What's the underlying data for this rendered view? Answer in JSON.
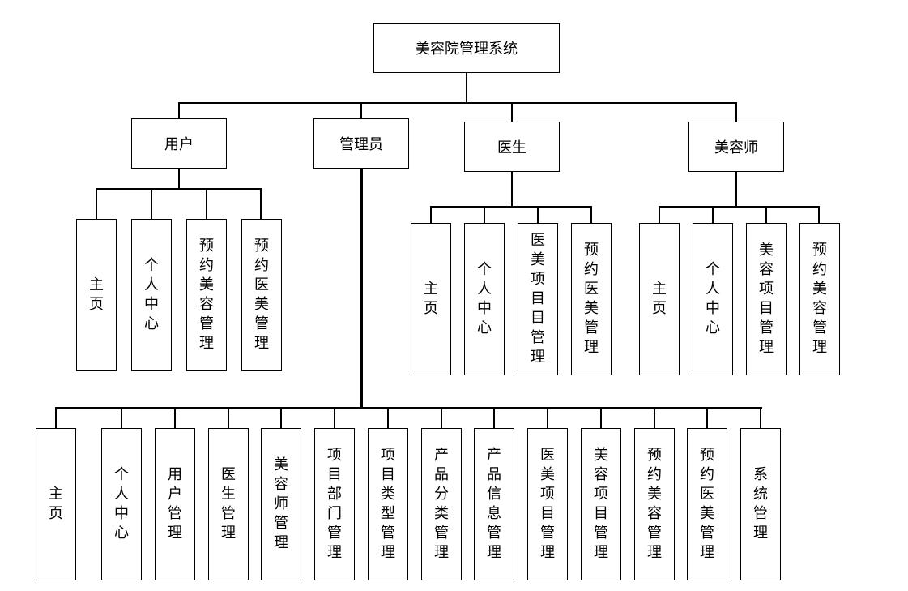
{
  "root": {
    "label": "美容院管理系统"
  },
  "roles": [
    {
      "id": "user",
      "label": "用户",
      "children": [
        "主页",
        "个人中心",
        "预约美容管理",
        "预约医美管理"
      ]
    },
    {
      "id": "admin",
      "label": "管理员",
      "children": [
        "主页",
        "个人中心",
        "用户管理",
        "医生管理",
        "美容师管理",
        "项目部门管理",
        "项目类型管理",
        "产品分类管理",
        "产品信息管理",
        "医美项目管理",
        "美容项目管理",
        "预约美容管理",
        "预约医美管理",
        "系统管理"
      ]
    },
    {
      "id": "doctor",
      "label": "医生",
      "children": [
        "主页",
        "个人中心",
        "医美项目目管理",
        "预约医美管理"
      ]
    },
    {
      "id": "beautician",
      "label": "美容师",
      "children": [
        "主页",
        "个人中心",
        "美容项目管理",
        "预约美容管理"
      ]
    }
  ]
}
